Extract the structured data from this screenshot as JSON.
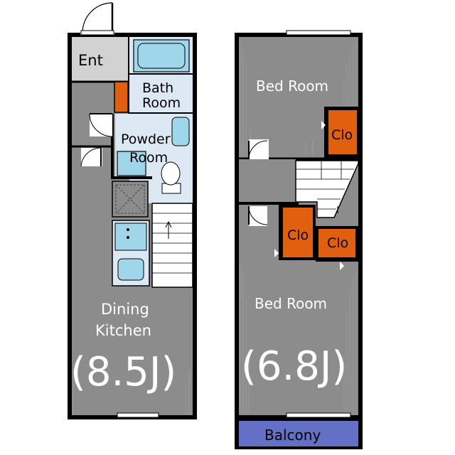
{
  "rooms": {
    "entrance": "Ent",
    "bath": [
      "Bath",
      "Room"
    ],
    "powder": [
      "Powder",
      "Room"
    ],
    "dining": [
      "Dining",
      "Kitchen"
    ],
    "dining_size": "(8.5J)",
    "bed_upper": "Bed Room",
    "bed_lower": "Bed Room",
    "bed_size": "(6.8J)",
    "closet_1": "Clo",
    "closet_2": "Clo",
    "closet_3": "Clo",
    "balcony": "Balcony"
  },
  "colors": {
    "floor": "#8c8c8c",
    "entrance": "#d2d2d2",
    "wet_area": "#dde8f5",
    "fixture": "#9fd6ea",
    "closet": "#e06010",
    "balcony": "#6270c6",
    "wall": "#000000",
    "text": "#ffffff"
  }
}
